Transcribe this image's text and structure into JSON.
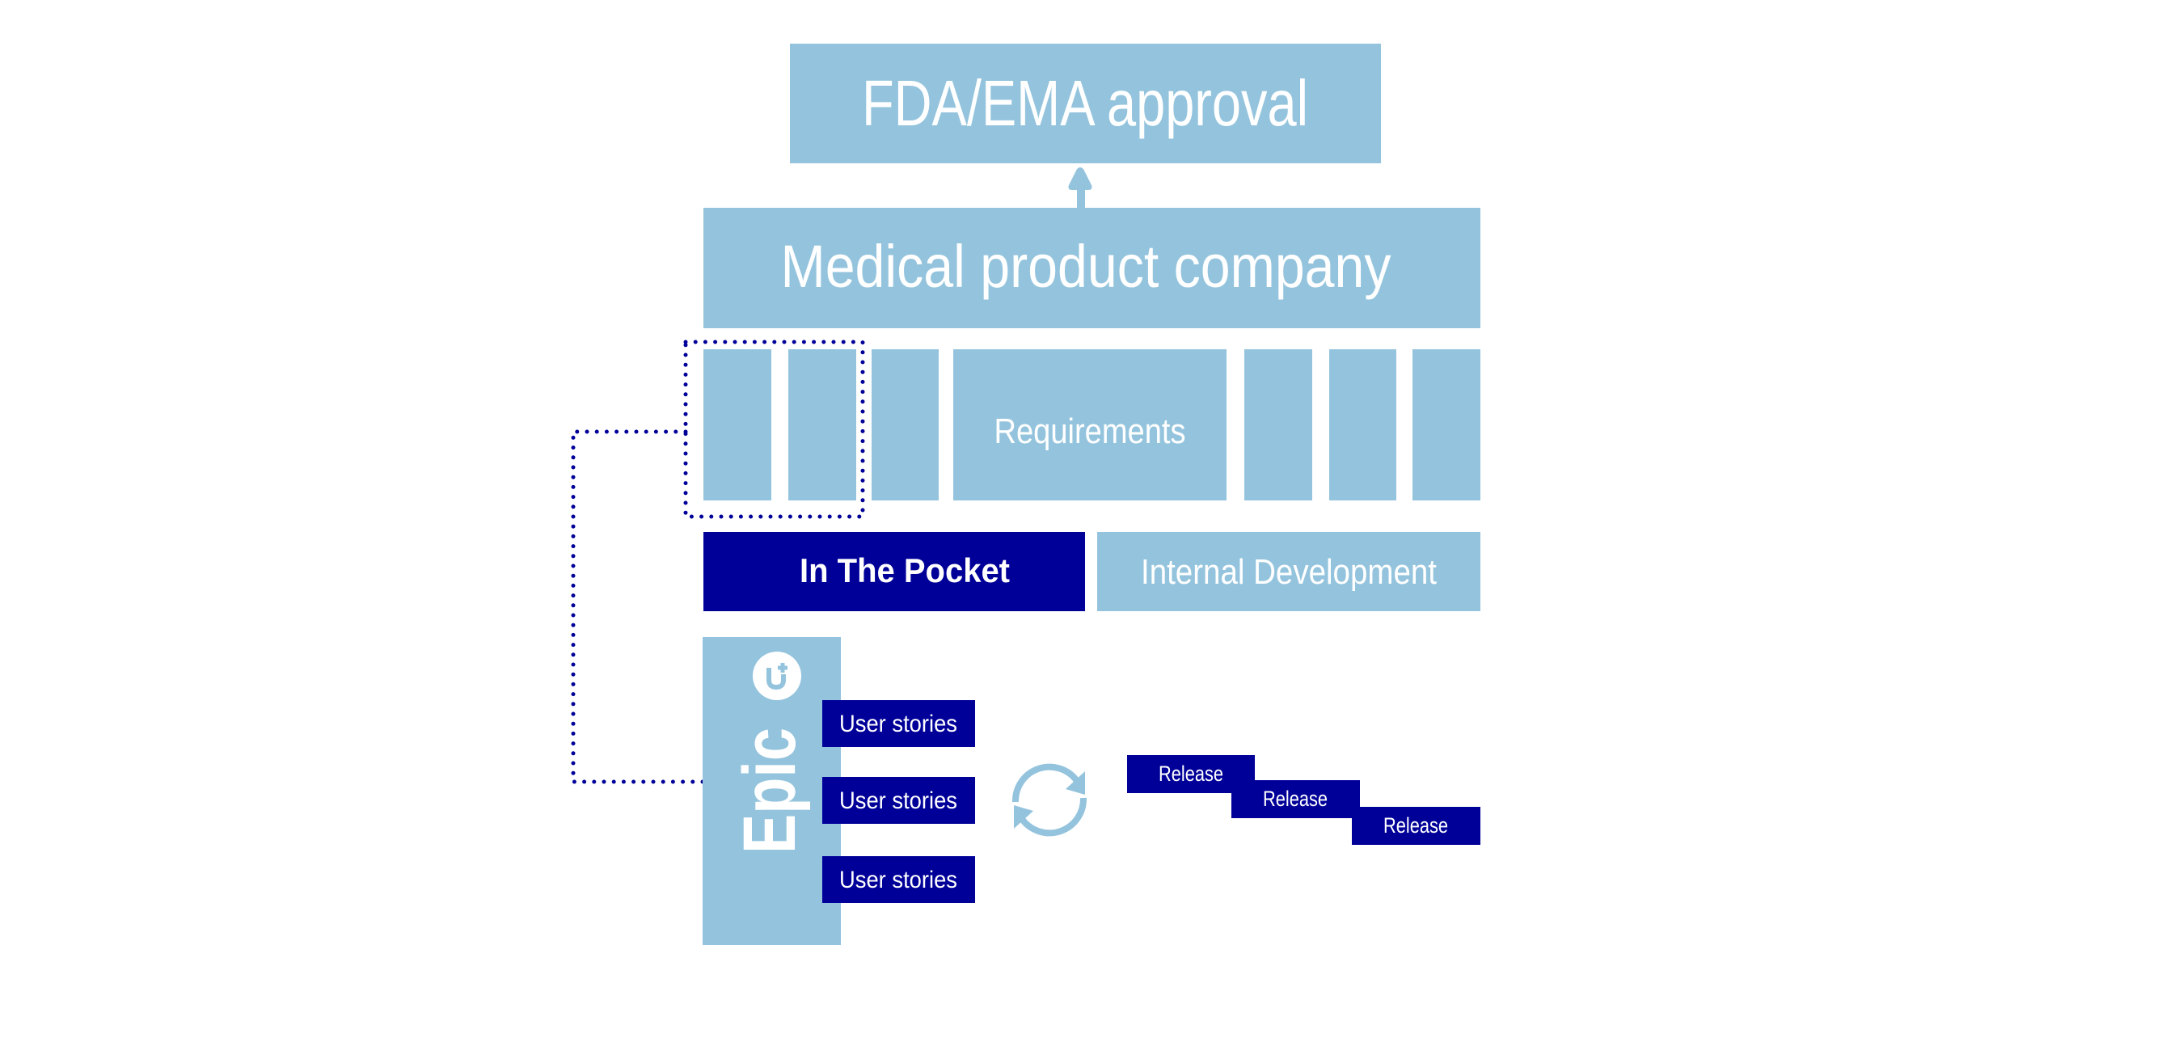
{
  "diagram": {
    "title_box": {
      "label": "FDA/EMA approval"
    },
    "company_box": {
      "label": "Medical product company"
    },
    "requirements": {
      "label": "Requirements",
      "column_count": 7,
      "highlighted_columns": 2
    },
    "teams": {
      "external": {
        "label": "In The Pocket"
      },
      "internal": {
        "label": "Internal Development"
      }
    },
    "epic": {
      "label": "Epic",
      "logo_icon": "itp-logo-icon",
      "user_stories": [
        "User stories",
        "User stories",
        "User stories"
      ]
    },
    "cycle_icon": "refresh-icon",
    "releases": [
      "Release",
      "Release",
      "Release"
    ],
    "colors": {
      "light_blue": "#94c4dd",
      "dark_blue": "#000099",
      "text": "#ffffff"
    }
  }
}
